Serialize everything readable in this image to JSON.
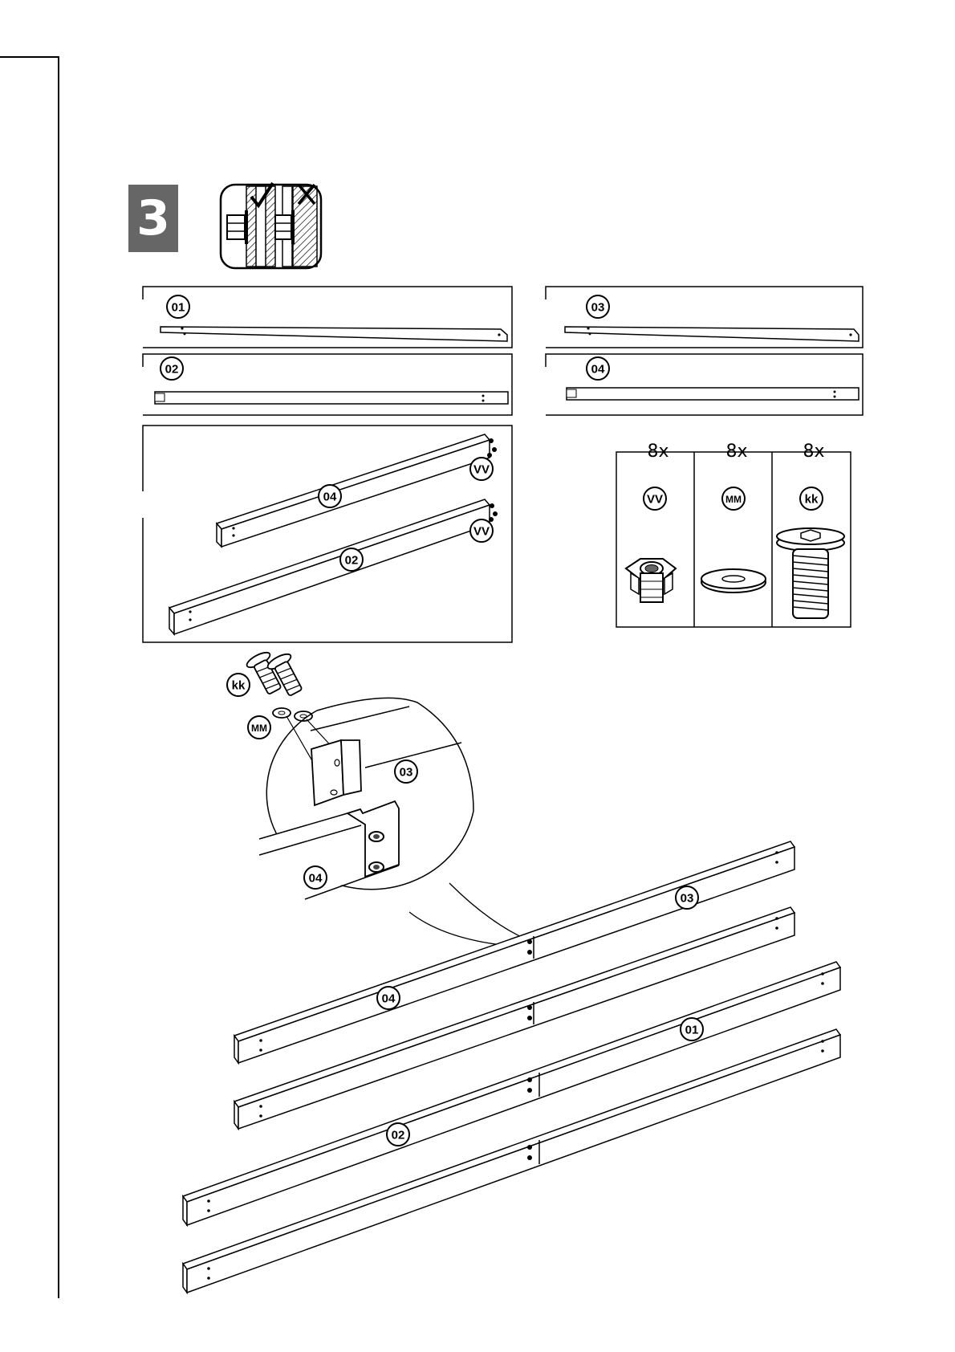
{
  "step": {
    "number": "3"
  },
  "parts": {
    "p01": "01",
    "p02": "02",
    "p03": "03",
    "p04": "04"
  },
  "hardware": [
    {
      "code": "VV",
      "quantity": "8x",
      "icon": "tee-nut-icon"
    },
    {
      "code": "MM",
      "quantity": "8x",
      "icon": "washer-icon"
    },
    {
      "code": "kk",
      "quantity": "8x",
      "icon": "bolt-icon"
    }
  ],
  "colors": {
    "ink": "#000000",
    "badge": "#666666",
    "paper": "#ffffff"
  }
}
